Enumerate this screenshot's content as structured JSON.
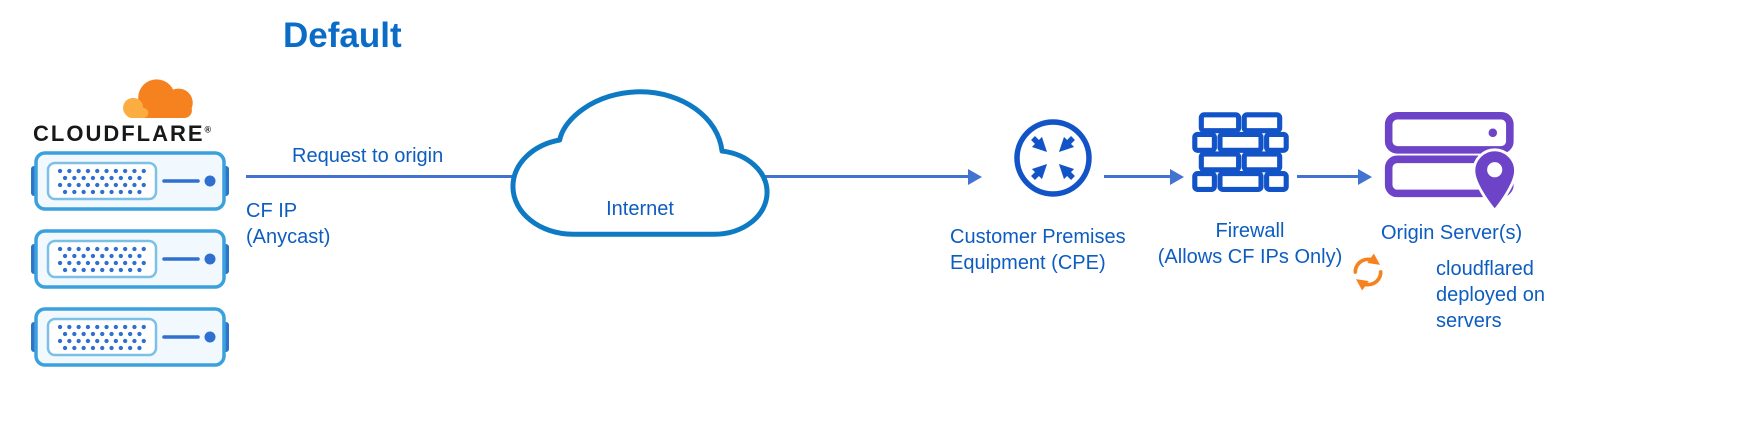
{
  "title": "Default",
  "cloudflare": {
    "brand": "CLOUDFLARE",
    "reg": "®"
  },
  "edge": {
    "request_label": "Request to origin",
    "cf_ip_label": "CF IP\n(Anycast)"
  },
  "nodes": {
    "internet": {
      "label": "Internet"
    },
    "cpe": {
      "label": "Customer Premises\nEquipment (CPE)"
    },
    "firewall": {
      "label": "Firewall\n(Allows CF IPs Only)"
    },
    "origin": {
      "label": "Origin Server(s)"
    },
    "cloudflared": {
      "label": "cloudflared\ndeployed on\nservers"
    }
  },
  "colors": {
    "title_blue": "#0b6cc8",
    "label_blue": "#0d5dc1",
    "arrow_blue": "#4273d2",
    "cloud_blue": "#0e7ac4",
    "server_outline_blue": "#3aa1dd",
    "server_dot_blue": "#2f6fd0",
    "icon_blue": "#1254c8",
    "origin_purple": "#6d44c8",
    "cloudflare_orange": "#f6821f",
    "cloudflare_light_orange": "#fbad41"
  }
}
